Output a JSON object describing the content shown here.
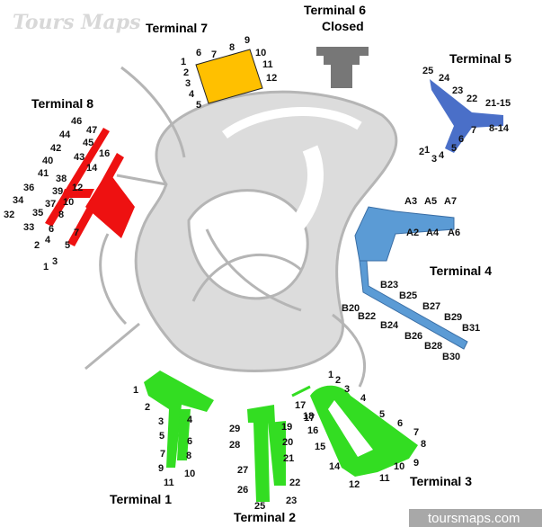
{
  "watermark": "Tours Maps",
  "site_credit": "toursmaps.com",
  "colors": {
    "t1": "#33dd22",
    "t2": "#33dd22",
    "t3": "#33dd22",
    "t4": "#5b9bd5",
    "t5": "#4a6fc8",
    "t6": "#777777",
    "t7": "#ffc000",
    "t8": "#ee1111",
    "roads": "#c9c9c9"
  },
  "terminals": {
    "t1": {
      "name": "Terminal 1",
      "gates": [
        "1",
        "2",
        "3",
        "4",
        "5",
        "6",
        "7",
        "8",
        "9",
        "10",
        "11"
      ]
    },
    "t2": {
      "name": "Terminal 2",
      "gates": [
        "17",
        "18",
        "19",
        "20",
        "21",
        "22",
        "23",
        "25",
        "26",
        "27",
        "28",
        "29"
      ]
    },
    "t3": {
      "name": "Terminal 3",
      "gates": [
        "1",
        "2",
        "3",
        "4",
        "5",
        "6",
        "7",
        "8",
        "9",
        "10",
        "11",
        "12",
        "14",
        "15",
        "16",
        "17"
      ]
    },
    "t4": {
      "name": "Terminal 4",
      "gates": [
        "A3",
        "A5",
        "A7",
        "A2",
        "A4",
        "A6",
        "B20",
        "B22",
        "B23",
        "B24",
        "B25",
        "B26",
        "B27",
        "B28",
        "B29",
        "B30",
        "B31"
      ]
    },
    "t5": {
      "name": "Terminal 5",
      "gates": [
        "25",
        "24",
        "23",
        "22",
        "21-15",
        "8-14",
        "7",
        "6",
        "5",
        "4",
        "3",
        "2",
        "1"
      ]
    },
    "t6": {
      "name": "Terminal 6",
      "status": "Closed"
    },
    "t7": {
      "name": "Terminal 7",
      "gates": [
        "1",
        "2",
        "3",
        "4",
        "5",
        "6",
        "7",
        "8",
        "9",
        "10",
        "11",
        "12"
      ]
    },
    "t8": {
      "name": "Terminal 8",
      "gates": [
        "46",
        "47",
        "44",
        "45",
        "42",
        "16",
        "40",
        "43",
        "14",
        "41",
        "38",
        "12",
        "36",
        "39",
        "10",
        "34",
        "37",
        "8",
        "35",
        "6",
        "32",
        "33",
        "4",
        "7",
        "2",
        "5",
        "3",
        "1"
      ]
    }
  }
}
